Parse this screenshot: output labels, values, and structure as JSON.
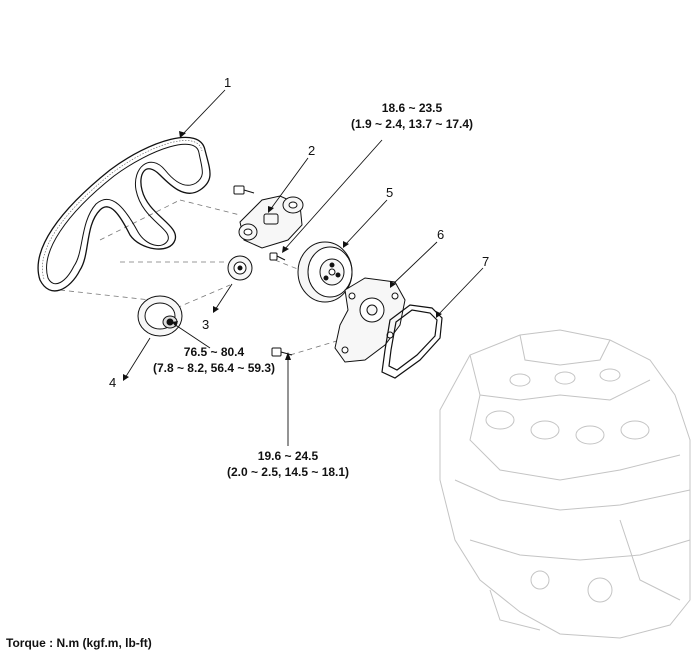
{
  "torques": {
    "tensioner_bolt": {
      "value": "18.6 ~ 23.5",
      "alt": "(1.9 ~ 2.4, 13.7 ~ 17.4)"
    },
    "crank_bolt": {
      "value": "76.5 ~ 80.4",
      "alt": "(7.8 ~ 8.2, 56.4 ~ 59.3)"
    },
    "pump_bolt": {
      "value": "19.6 ~ 24.5",
      "alt": "(2.0 ~ 2.5, 14.5 ~ 18.1)"
    }
  },
  "parts": [
    {
      "num": "1"
    },
    {
      "num": "2"
    },
    {
      "num": "3"
    },
    {
      "num": "4"
    },
    {
      "num": "5"
    },
    {
      "num": "6"
    },
    {
      "num": "7"
    }
  ],
  "footer": {
    "torque_units": "Torque : N.m (kgf.m, lb-ft)"
  }
}
